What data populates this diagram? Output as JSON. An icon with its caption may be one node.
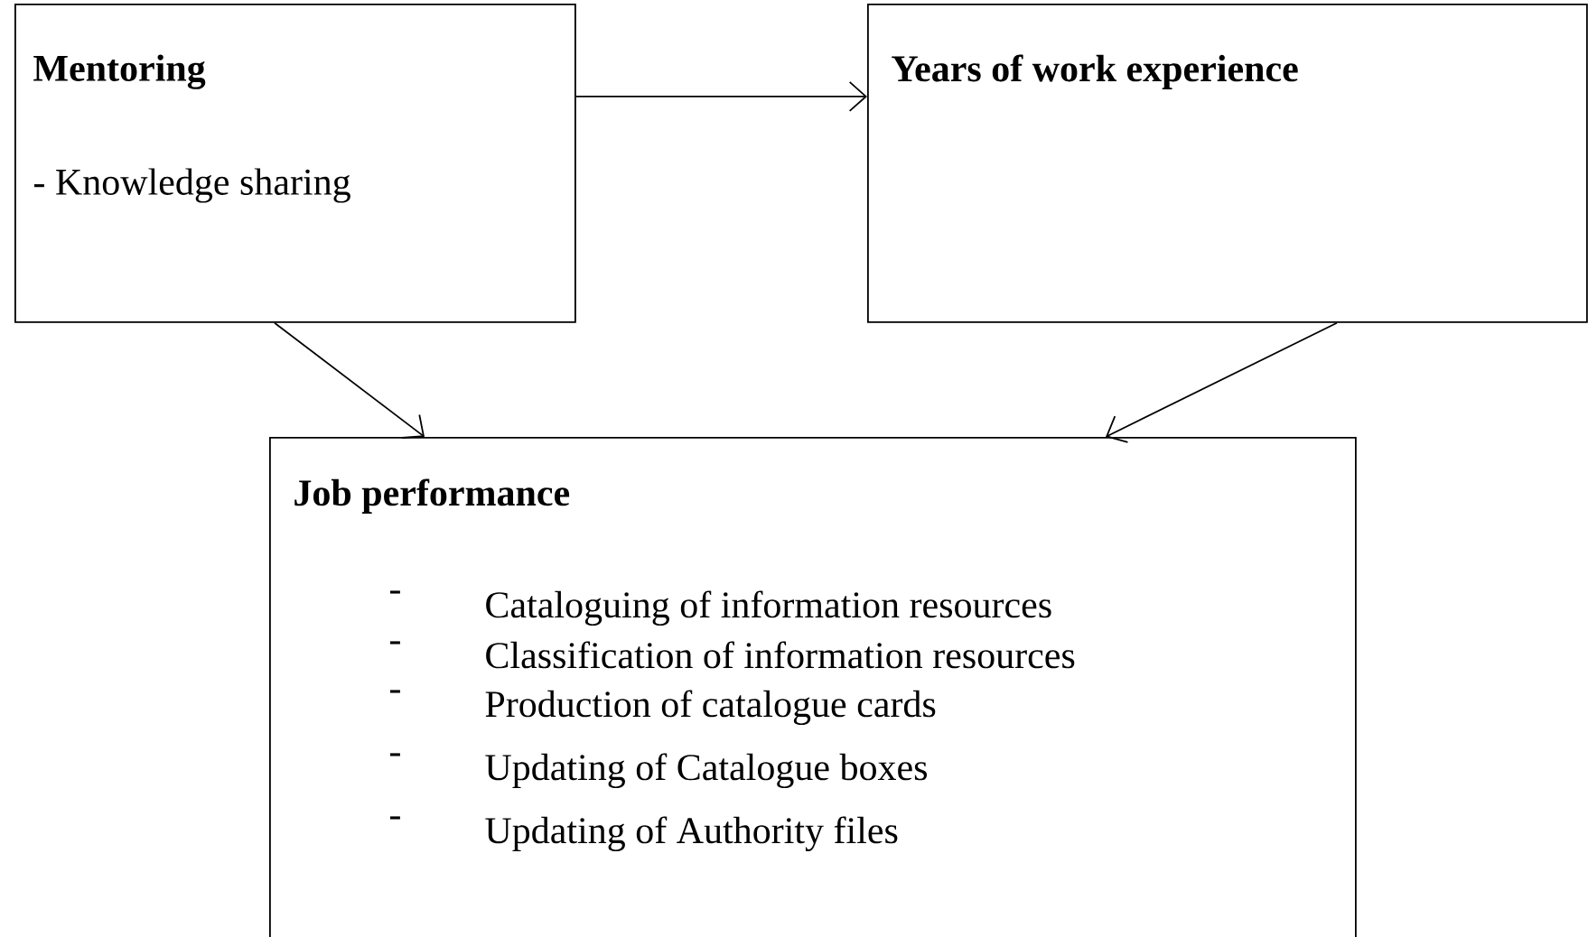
{
  "diagram": {
    "nodes": [
      {
        "text": [
          "Mentoring",
          "- Knowledge sharing"
        ]
      },
      {
        "text": [
          "Years of work experience"
        ]
      },
      {
        "text": [
          "Job performance",
          "Cataloguing of information resources",
          "Classification of information resources",
          "Production of catalogue cards",
          "Updating of Catalogue boxes",
          "Updating of Authority files"
        ]
      }
    ],
    "edges": [
      {
        "from": 0,
        "to": 1,
        "arrow": "to"
      },
      {
        "from": 0,
        "to": 2,
        "arrow": "to"
      },
      {
        "from": 1,
        "to": 2,
        "arrow": "to"
      }
    ],
    "labels": [
      "-",
      "-",
      "-",
      "-",
      "-"
    ]
  }
}
